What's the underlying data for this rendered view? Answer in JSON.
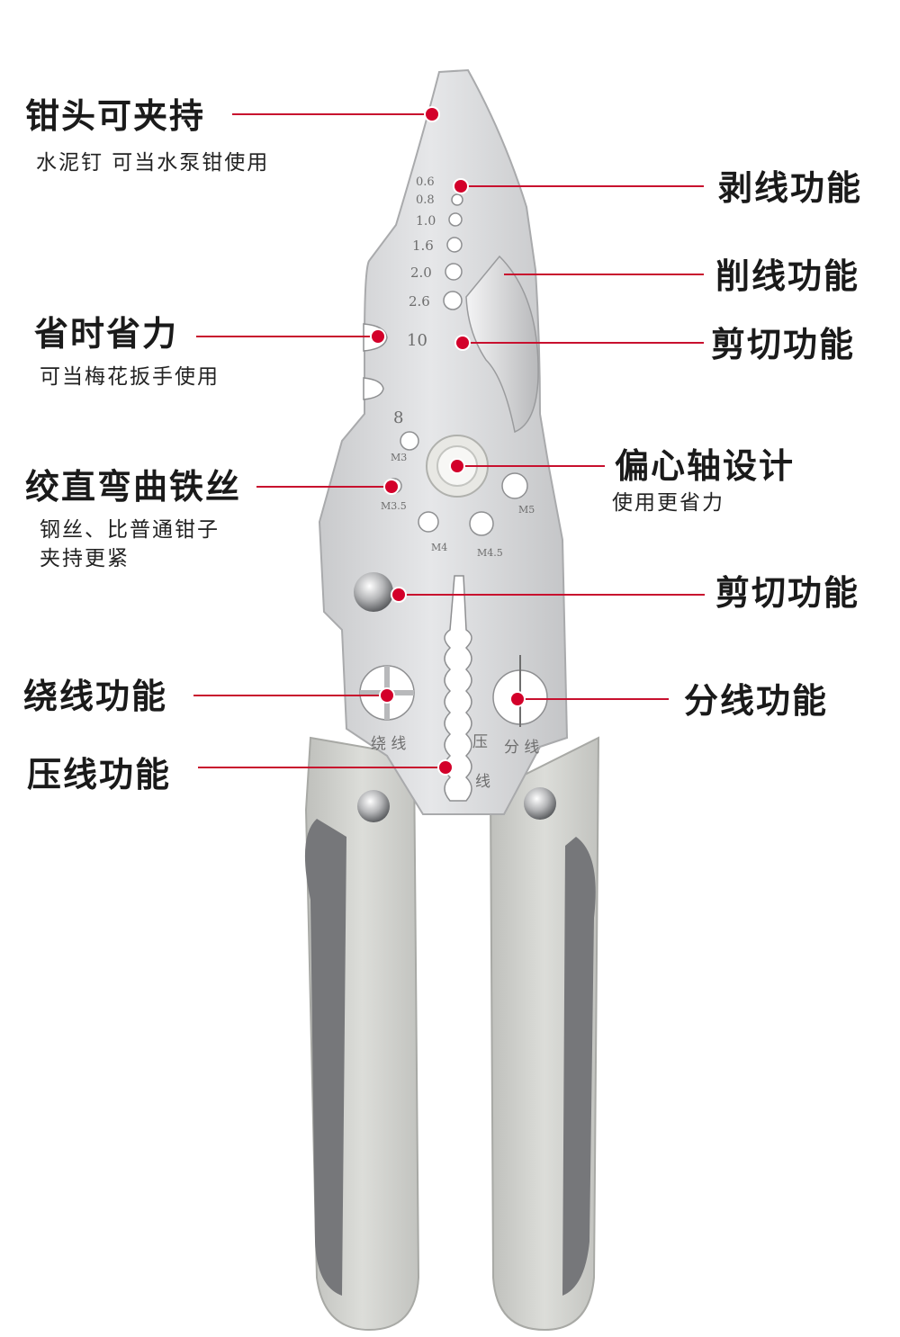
{
  "labels": {
    "jaw_grip": {
      "title": "钳头可夹持",
      "desc": "水泥钉 可当水泵钳使用"
    },
    "strip": {
      "title": "剥线功能"
    },
    "shave": {
      "title": "削线功能"
    },
    "cut_upper": {
      "title": "剪切功能"
    },
    "time_saving": {
      "title": "省时省力",
      "desc": "可当梅花扳手使用"
    },
    "eccentric": {
      "title": "偏心轴设计",
      "desc": "使用更省力"
    },
    "straighten": {
      "title": "绞直弯曲铁丝",
      "desc_line1": "钢丝、比普通钳子",
      "desc_line2": "夹持更紧"
    },
    "cut_lower": {
      "title": "剪切功能"
    },
    "wind": {
      "title": "绕线功能"
    },
    "split": {
      "title": "分线功能"
    },
    "crimp": {
      "title": "压线功能"
    }
  },
  "engravings": {
    "strip_gauges": [
      "0.6",
      "0.8",
      "1.0",
      "1.6",
      "2.0",
      "2.6"
    ],
    "wrench_sizes": [
      "10",
      "8"
    ],
    "thread_sizes": [
      "M3",
      "M3.5",
      "M4",
      "M4.5",
      "M5"
    ],
    "wind": "绕 线",
    "crimp_top": "压",
    "split": "分 线",
    "crimp_bottom": "线"
  },
  "colors": {
    "accent": "#d3002a",
    "steel": "#d9dadc",
    "handle_light": "#cfd0cc",
    "handle_dark": "#76777a",
    "text": "#1a1a1a"
  }
}
